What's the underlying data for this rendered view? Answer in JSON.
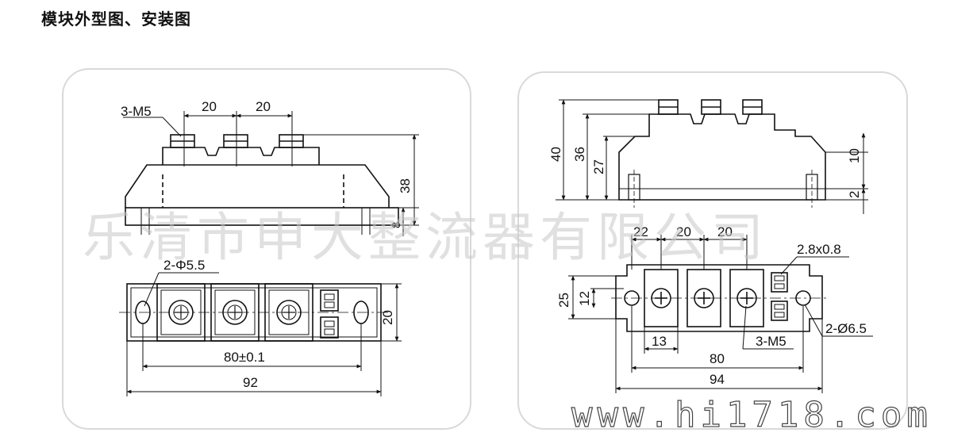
{
  "title": "模块外型图、安装图",
  "watermark": {
    "company": "乐清市申大整流器有限公司",
    "url": "www.hi1718.com"
  },
  "left_panel": {
    "side_view": {
      "terminal_label": "3-M5",
      "pitch_1": "20",
      "pitch_2": "20",
      "height_total": "38",
      "height_base": "8"
    },
    "top_view": {
      "hole_label": "2-Φ5.5",
      "width": "20",
      "hole_spacing": "80±0.1",
      "length": "92"
    }
  },
  "right_panel": {
    "side_view": {
      "h_40": "40",
      "h_36": "36",
      "h_27": "27",
      "h_10": "10",
      "h_2": "2"
    },
    "top_view": {
      "spacing_22": "22",
      "spacing_20a": "20",
      "spacing_20b": "20",
      "tab_label": "2.8x0.8",
      "h_25": "25",
      "h_12": "12",
      "w_13": "13",
      "terminal_label": "3-M5",
      "hole_label": "2-Ø6.5",
      "w_80": "80",
      "w_94": "94"
    }
  },
  "colors": {
    "line": "#111111",
    "panel_border": "#d9d9d9",
    "watermark": "#c8c8c8"
  }
}
